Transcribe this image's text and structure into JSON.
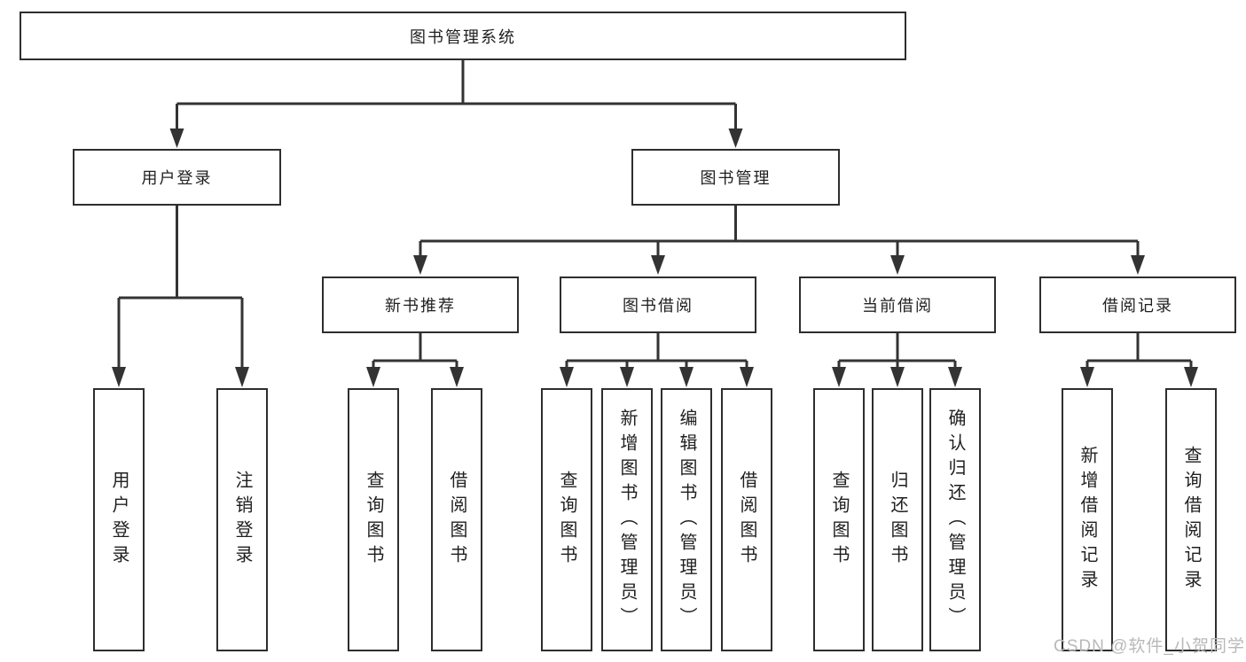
{
  "diagram": {
    "title": "图书管理系统",
    "level2": {
      "user_login": "用户登录",
      "book_management": "图书管理"
    },
    "level3": {
      "new_book_recommend": "新书推荐",
      "book_borrow": "图书借阅",
      "current_borrow": "当前借阅",
      "borrow_record": "借阅记录"
    },
    "leaves": {
      "user_login": [
        "用户登录",
        "注销登录"
      ],
      "new_book_recommend": [
        "查询图书",
        "借阅图书"
      ],
      "book_borrow": [
        "查询图书",
        "新增图书（管理员）",
        "编辑图书（管理员）",
        "借阅图书"
      ],
      "current_borrow": [
        "查询图书",
        "归还图书",
        "确认归还（管理员）"
      ],
      "borrow_record": [
        "新增借阅记录",
        "查询借阅记录"
      ]
    }
  },
  "watermark": "CSDN @软件_小贺同学",
  "colors": {
    "line": "#333333",
    "box_border": "#2e2e2e",
    "text": "#1f1f1f",
    "watermark": "#b9b9b9",
    "background": "#ffffff"
  }
}
